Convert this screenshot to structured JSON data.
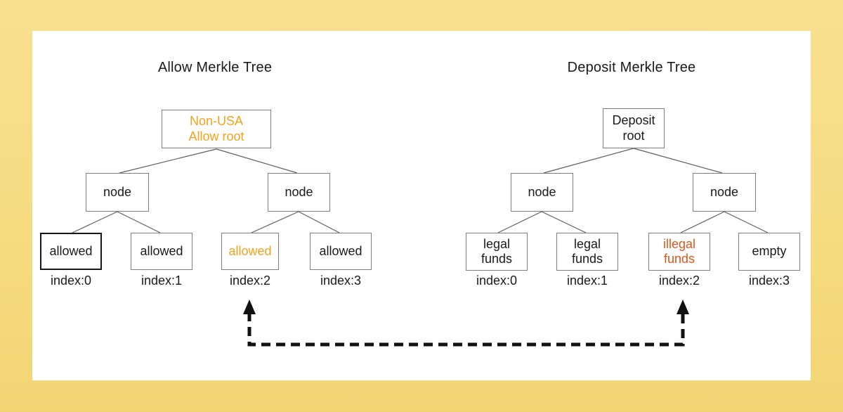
{
  "colors": {
    "background_top": "#f8e08f",
    "background_bottom": "#f2d573",
    "card_background": "#ffffff",
    "allow_accent": "#F5A21B",
    "illegal_accent": "#DB571C",
    "edge_line": "#5f5f5f",
    "arrow": "#111111",
    "box_border": "#7e7e7e",
    "text": "#1a1a1a"
  },
  "allow_tree": {
    "title": "Allow Merkle Tree",
    "root": {
      "line1": "Non-USA",
      "line2": "Allow root"
    },
    "nodes": [
      {
        "label": "node"
      },
      {
        "label": "node"
      }
    ],
    "leaves": [
      {
        "label": "allowed",
        "index": "index:0"
      },
      {
        "label": "allowed",
        "index": "index:1"
      },
      {
        "label": "allowed",
        "index": "index:2"
      },
      {
        "label": "allowed",
        "index": "index:3"
      }
    ]
  },
  "deposit_tree": {
    "title": "Deposit Merkle Tree",
    "root": {
      "line1": "Deposit",
      "line2": "root"
    },
    "nodes": [
      {
        "label": "node"
      },
      {
        "label": "node"
      }
    ],
    "leaves": [
      {
        "label": "legal funds",
        "index": "index:0"
      },
      {
        "label": "legal funds",
        "index": "index:1"
      },
      {
        "label": "illegal funds",
        "index": "index:2"
      },
      {
        "label": "empty",
        "index": "index:3"
      }
    ]
  }
}
